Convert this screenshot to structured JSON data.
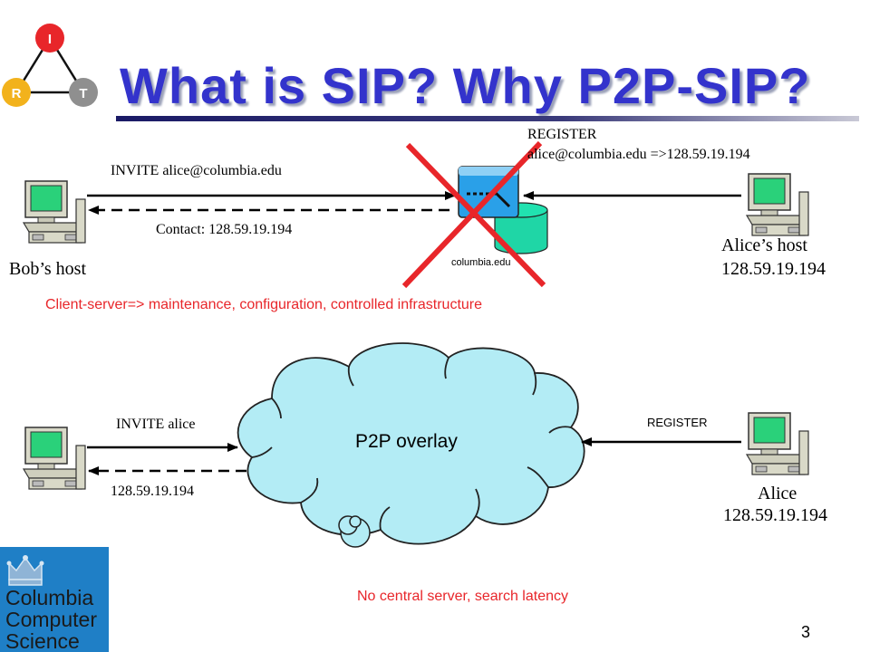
{
  "slide": {
    "title": "What is SIP? Why P2P-SIP?",
    "page_number": "3",
    "irt_logo": {
      "letters": [
        "I",
        "R",
        "T"
      ],
      "colors": {
        "I": "#e8262a",
        "R": "#f2b21c",
        "T": "#8f8f8f"
      }
    }
  },
  "client_server": {
    "invite_label": "INVITE  alice@columbia.edu",
    "contact_label": "Contact: 128.59.19.194",
    "register_label_line1": "REGISTER",
    "register_label_line2": "alice@columbia.edu =>128.59.19.194",
    "server_label": "columbia.edu",
    "bob_label": "Bob’s host",
    "alice_label_line1": "Alice’s host",
    "alice_label_line2": "128.59.19.194",
    "note": "Client-server=> maintenance, configuration, controlled infrastructure",
    "cross_color": "#e8262a"
  },
  "p2p": {
    "overlay_label": "P2P overlay",
    "invite_label": "INVITE alice",
    "response_label": "128.59.19.194",
    "register_label": "REGISTER",
    "alice_label_line1": "Alice",
    "alice_label_line2": "128.59.19.194",
    "note": "No central server, search latency",
    "cloud_color": "#b3ecf5"
  },
  "columbia_logo": {
    "lines": [
      "Columbia",
      "Computer",
      "Science"
    ],
    "background": "#1f7fc6"
  }
}
